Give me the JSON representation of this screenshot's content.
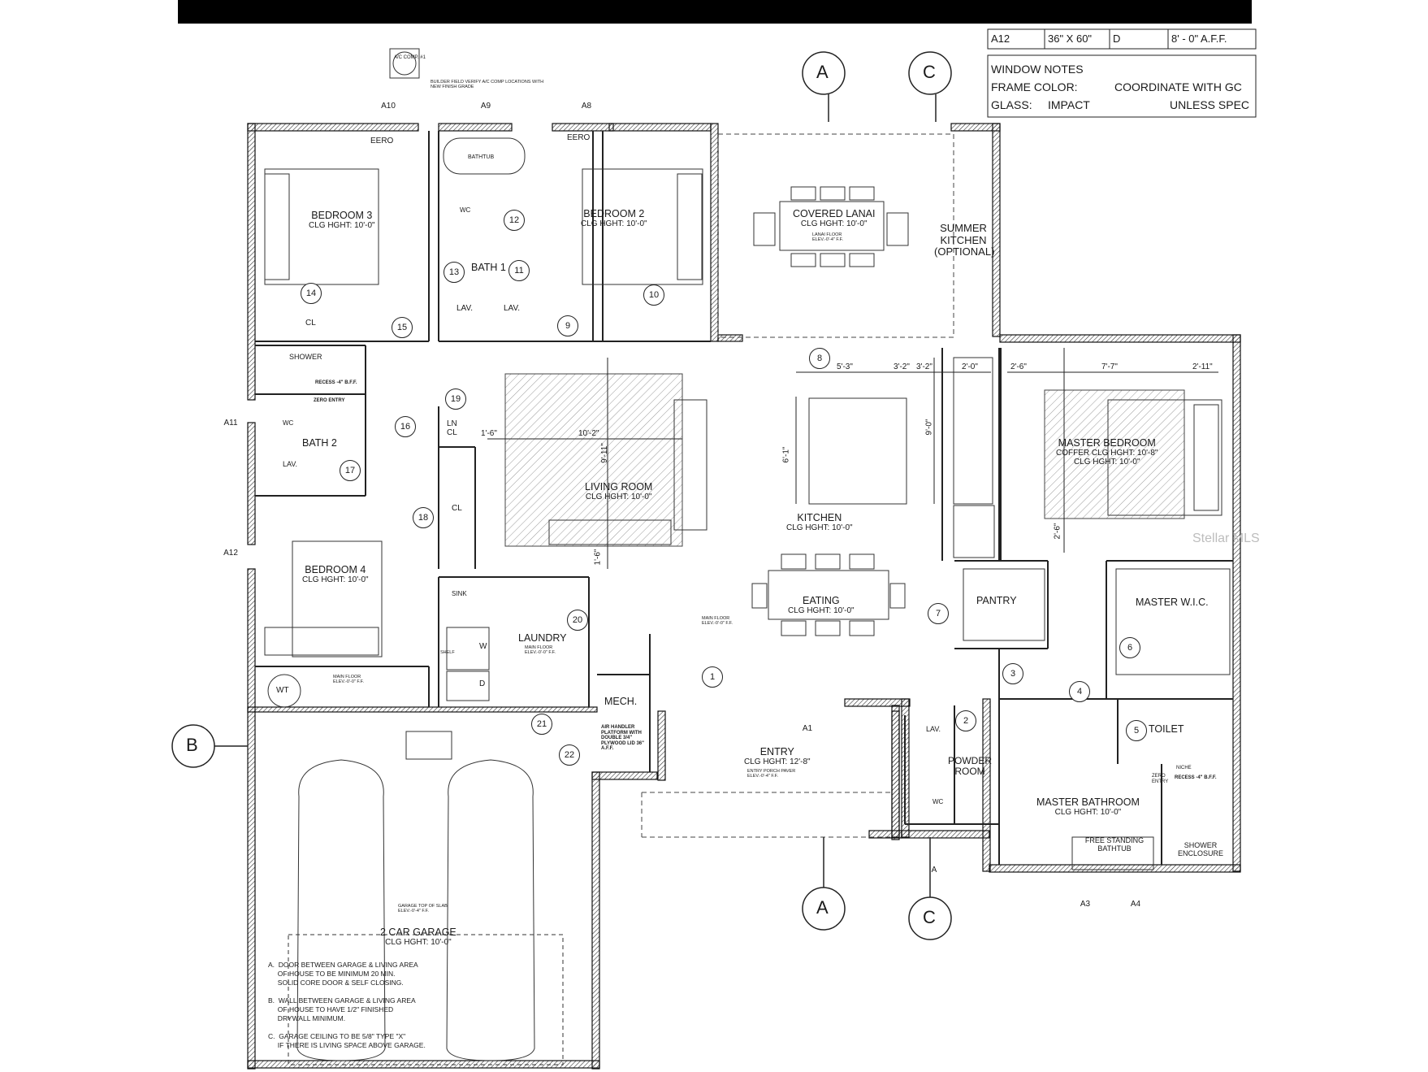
{
  "schedule_row": {
    "mark": "A12",
    "size": "36\" X 60\"",
    "type": "D",
    "height": "8' - 0\" A.F.F."
  },
  "window_notes": {
    "title": "WINDOW NOTES",
    "frame_color_label": "FRAME COLOR:",
    "frame_color_value": "COORDINATE WITH GC",
    "glass_label": "GLASS:",
    "glass_value": "IMPACT",
    "glass_note": "UNLESS SPEC"
  },
  "ac_unit": {
    "label": "A/C COMP. #1",
    "note": "BUILDER FIELD VERIFY A/C COMP LOCATIONS WITH NEW FINISH GRADE"
  },
  "rooms": {
    "bedroom3": {
      "name": "BEDROOM 3",
      "height": "CLG HGHT: 10'-0\""
    },
    "bedroom2": {
      "name": "BEDROOM 2",
      "height": "CLG HGHT: 10'-0\""
    },
    "covered_lanai": {
      "name": "COVERED LANAI",
      "height": "CLG HGHT: 10'-0\"",
      "floor": "LANAI FLOOR ELEV.-0'-4\" F.F."
    },
    "summer_kitchen": {
      "name": "SUMMER KITCHEN (OPTIONAL)"
    },
    "bath1": {
      "name": "BATH 1"
    },
    "bath2": {
      "name": "BATH 2"
    },
    "living": {
      "name": "LIVING ROOM",
      "height": "CLG HGHT: 10'-0\""
    },
    "kitchen": {
      "name": "KITCHEN",
      "height": "CLG HGHT: 10'-0\""
    },
    "master_bedroom": {
      "name": "MASTER BEDROOM",
      "coffer": "COFFER CLG HGHT: 10'-8\"",
      "height": "CLG HGHT: 10'-0\""
    },
    "bedroom4": {
      "name": "BEDROOM 4",
      "height": "CLG HGHT: 10'-0\""
    },
    "eating": {
      "name": "EATING",
      "height": "CLG HGHT: 10'-0\""
    },
    "pantry": {
      "name": "PANTRY"
    },
    "master_wic": {
      "name": "MASTER W.I.C."
    },
    "laundry": {
      "name": "LAUNDRY",
      "floor": "MAIN FLOOR ELEV.-0'-0\" F.F."
    },
    "mech": {
      "name": "MECH.",
      "note": "AIR HANDLER PLATFORM WITH DOUBLE 3/4\" PLYWOOD LID 36\" A.F.F."
    },
    "entry": {
      "name": "ENTRY",
      "height": "CLG HGHT: 12'-8\"",
      "floor": "ENTRY PORCH PAVER ELEV.-0'-4\" F.F."
    },
    "powder": {
      "name": "POWDER ROOM"
    },
    "master_bath": {
      "name": "MASTER BATHROOM",
      "height": "CLG HGHT: 10'-0\""
    },
    "toilet": {
      "name": "TOILET"
    },
    "garage": {
      "name": "2 CAR GARAGE",
      "height": "CLG HGHT: 10'-0\"",
      "floor": "GARAGE TOP OF SLAB ELEV.-0'-4\" F.F."
    }
  },
  "fixtures": {
    "bathtub": "BATHTUB",
    "wc": "WC",
    "lav": "LAV.",
    "cl": "CL",
    "ln_cl": "LN CL",
    "shower": "SHOWER",
    "recess": "RECESS -4\" B.F.F.",
    "zero_entry": "ZERO ENTRY",
    "niche": "NICHE",
    "sink": "SINK",
    "wt": "WT",
    "eero": "EERO",
    "free_standing_bathtub": "FREE STANDING BATHTUB",
    "shower_enclosure": "SHOWER ENCLOSURE",
    "main_floor": "MAIN FLOOR ELEV.-0'-0\" F.F.",
    "w": "W",
    "d": "D",
    "shelf": "SHELF"
  },
  "dimensions": [
    "5'-3\"",
    "3'-2\"",
    "2'-0\"",
    "2'-6\"",
    "7'-7\"",
    "2'-11\"",
    "10'-2\"",
    "1'-6\"",
    "9'-11\"",
    "6'-1\"",
    "9'-0\"",
    "3'-2\"",
    "2'-6\"",
    "1'-6\""
  ],
  "door_tags": [
    "1",
    "2",
    "3",
    "4",
    "5",
    "6",
    "7",
    "8",
    "9",
    "10",
    "11",
    "12",
    "13",
    "14",
    "15",
    "16",
    "17",
    "18",
    "19",
    "20",
    "21",
    "22"
  ],
  "window_tags": [
    "A10",
    "A9",
    "A8",
    "A11",
    "A12",
    "A1",
    "A3",
    "A4",
    "A"
  ],
  "section_markers": {
    "a": "A",
    "c": "C",
    "b": "B"
  },
  "garage_notes": [
    "A.  DOOR BETWEEN GARAGE & LIVING AREA\n     OF HOUSE TO BE MINIMUM 20 MIN.\n     SOLID CORE DOOR & SELF CLOSING.",
    "B.  WALL BETWEEN GARAGE & LIVING AREA\n     OF HOUSE TO HAVE 1/2\" FINISHED\n     DRYWALL MINIMUM.",
    "C.  GARAGE CEILING TO BE 5/8\" TYPE \"X\"\n     IF THERE IS LIVING SPACE ABOVE GARAGE."
  ],
  "watermark": "Stellar MLS",
  "colors": {
    "ink": "#1a1a1a",
    "hatch": "#9a9a9a",
    "paper": "#ffffff"
  }
}
